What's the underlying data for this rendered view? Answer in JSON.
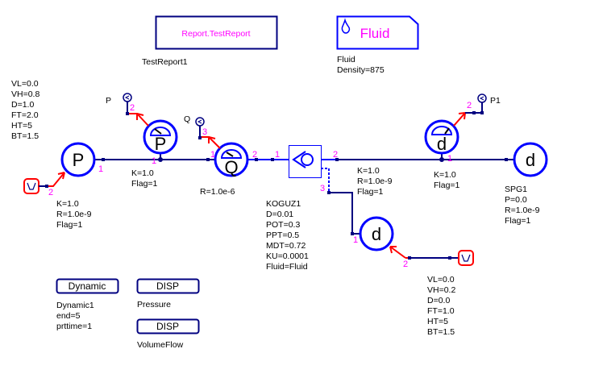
{
  "colors": {
    "wire": "#000080",
    "component": "#0000ff",
    "signal": "#ff0000",
    "port_label": "#ff00ff"
  },
  "report": {
    "block_text": "Report.TestReport",
    "name": "TestReport1"
  },
  "fluid": {
    "block_text": "Fluid",
    "icon": "drop-icon",
    "name": "Fluid",
    "density": "Density=875"
  },
  "source_left": {
    "params": [
      "VL=0.0",
      "VH=0.8",
      "D=1.0",
      "FT=2.0",
      "HT=5",
      "BT=1.5"
    ],
    "port": "2"
  },
  "pump_p": {
    "symbol": "P",
    "port": "1",
    "params": [
      "K=1.0",
      "R=1.0e-9",
      "Flag=1"
    ]
  },
  "gauge_p": {
    "symbol": "P",
    "port_in": "1",
    "port_out": "2",
    "probe_label": "P",
    "params": [
      "K=1.0",
      "Flag=1"
    ]
  },
  "gauge_q": {
    "symbol": "Q",
    "port_in": "1",
    "port_out": "2",
    "port_signal": "3",
    "probe_label": "Q",
    "params": [
      "R=1.0e-6"
    ]
  },
  "valve": {
    "name": "KOGUZ1",
    "port_in": "1",
    "port_out": "2",
    "port_ctrl": "3",
    "params": [
      "D=0.01",
      "POT=0.3",
      "PPT=0.5",
      "MDT=0.72",
      "KU=0.0001",
      "Fluid=Fluid"
    ]
  },
  "pipe_main": {
    "params": [
      "K=1.0",
      "R=1.0e-9",
      "Flag=1"
    ]
  },
  "gauge_p1": {
    "symbol": "d",
    "port_in": "1",
    "port_out": "2",
    "probe_label": "P1",
    "params": [
      "K=1.0",
      "Flag=1"
    ]
  },
  "sink_spg": {
    "symbol": "d",
    "name": "SPG1",
    "params": [
      "P=0.0",
      "R=1.0e-9",
      "Flag=1"
    ]
  },
  "pump_lower": {
    "symbol": "d",
    "port_in": "1",
    "port_sig": "2"
  },
  "source_right": {
    "params": [
      "VL=0.0",
      "VH=0.2",
      "D=0.0",
      "FT=1.0",
      "HT=5",
      "BT=1.5"
    ]
  },
  "dynamic": {
    "block_text": "Dynamic",
    "params": [
      "Dynamic1",
      "end=5",
      "prttime=1"
    ]
  },
  "disp_pressure": {
    "block_text": "DISP",
    "name": "Pressure"
  },
  "disp_flow": {
    "block_text": "DISP",
    "name": "VolumeFlow"
  }
}
